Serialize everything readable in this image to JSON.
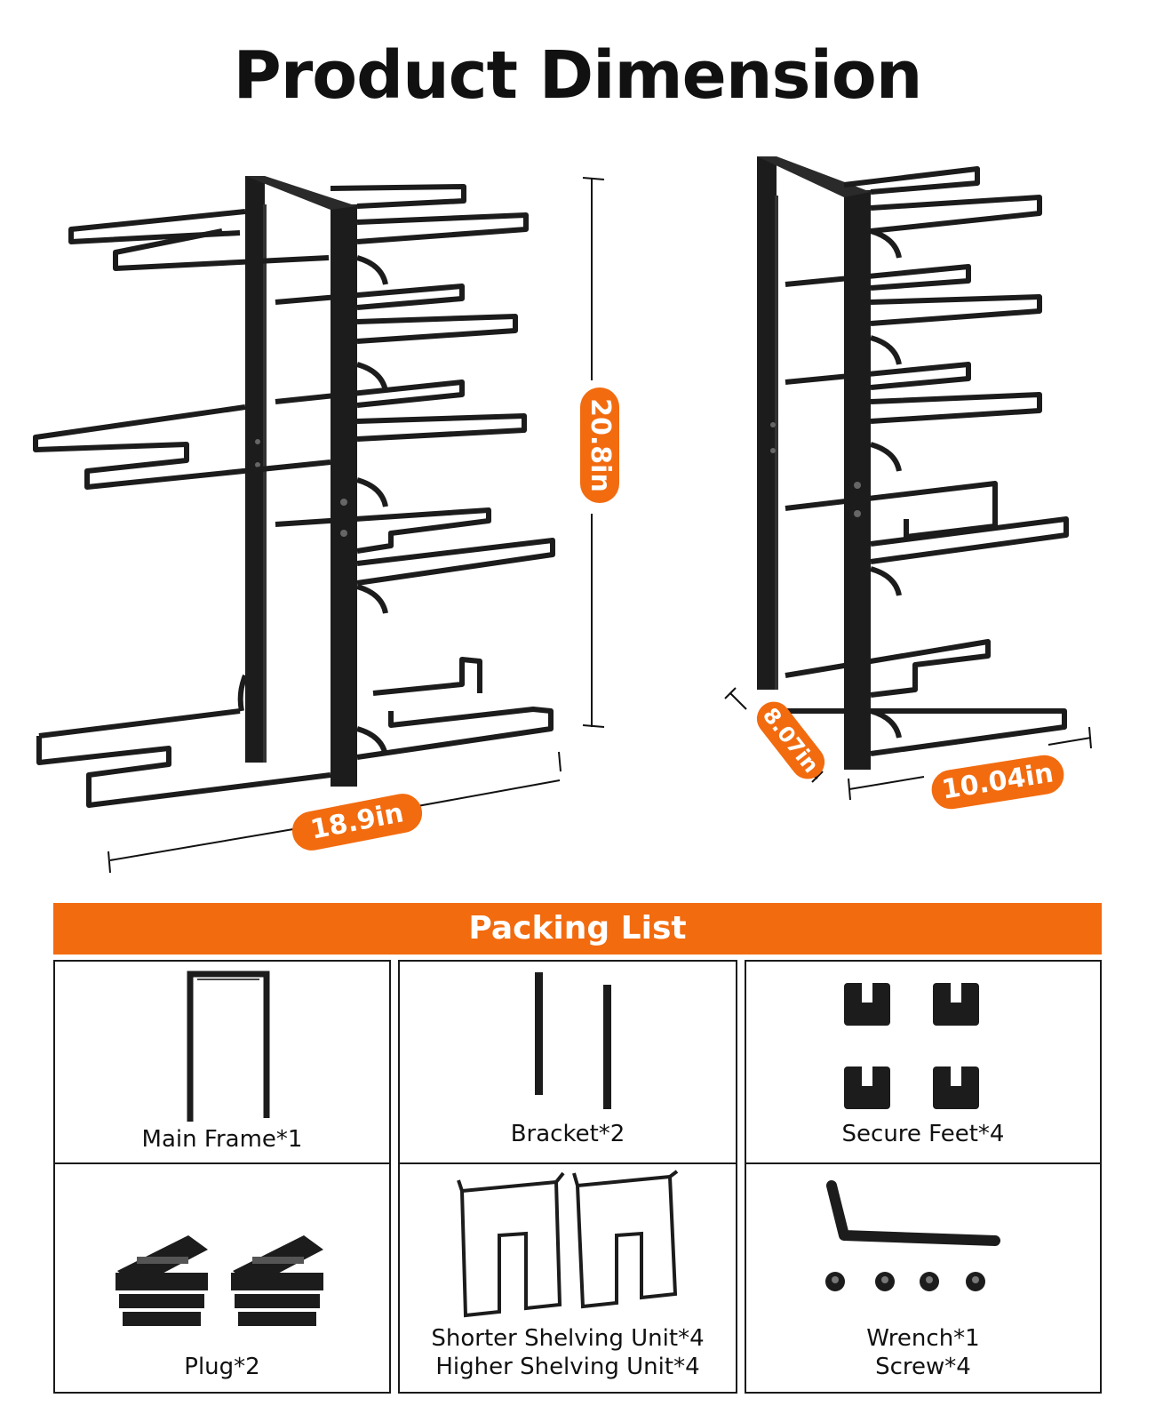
{
  "title": "Product Dimension",
  "dimensions": {
    "height": "20.8in",
    "width": "18.9in",
    "depth": "8.07in",
    "length": "10.04in"
  },
  "colors": {
    "accent": "#f26b0f",
    "product": "#1c1c1c",
    "border": "#1a1a1a"
  },
  "packing_list": {
    "header": "Packing List",
    "items": [
      {
        "label": "Main Frame*1",
        "icon": "main-frame-icon"
      },
      {
        "label": "Bracket*2",
        "icon": "bracket-icon"
      },
      {
        "label": "Secure Feet*4",
        "icon": "secure-feet-icon"
      },
      {
        "label": "Plug*2",
        "icon": "plug-icon"
      },
      {
        "label_line1": "Shorter Shelving Unit*4",
        "label_line2": "Higher Shelving Unit*4",
        "icon": "shelving-unit-icon"
      },
      {
        "label_line1": "Wrench*1",
        "label_line2": "Screw*4",
        "icon": "wrench-screw-icon"
      }
    ]
  }
}
